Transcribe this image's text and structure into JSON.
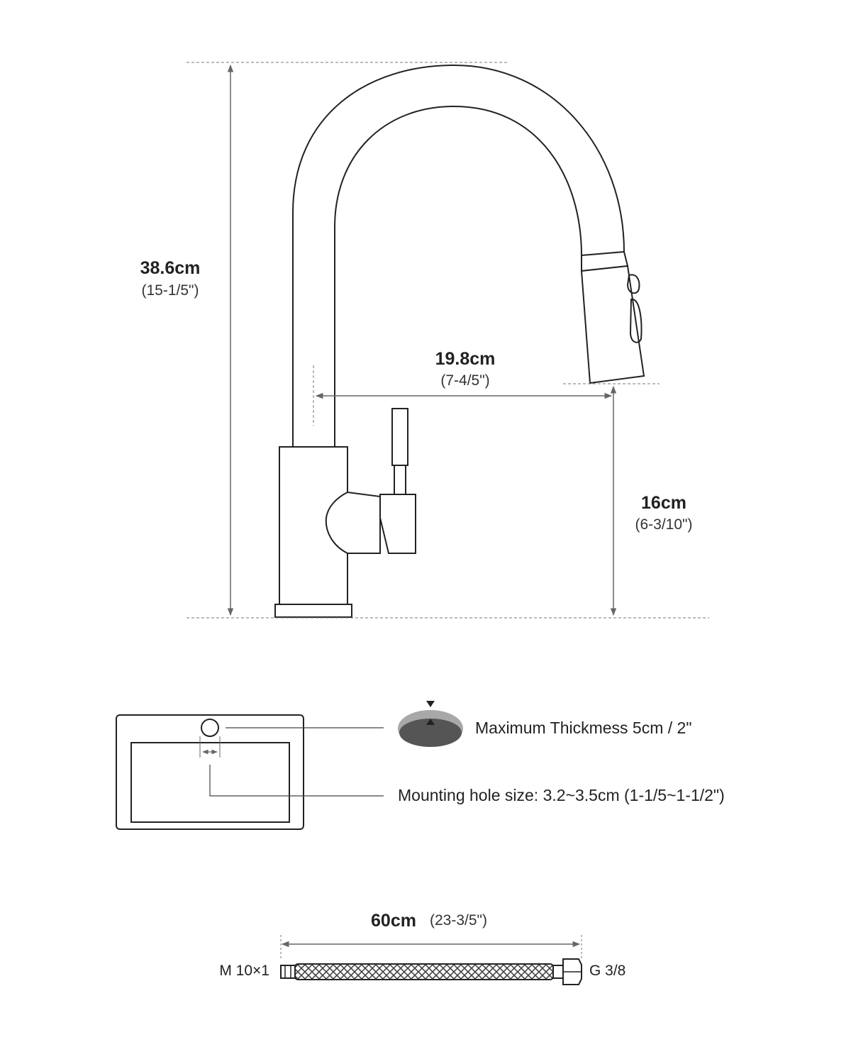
{
  "faucet": {
    "total_height": {
      "metric": "38.6cm",
      "imperial": "(15-1/5\")"
    },
    "reach": {
      "metric": "19.8cm",
      "imperial": "(7-4/5\")"
    },
    "spout_height": {
      "metric": "16cm",
      "imperial": "(6-3/10\")"
    }
  },
  "sink": {
    "max_thickness_label": "Maximum Thickmess 5cm / 2\"",
    "mounting_hole_label": "Mounting hole size: 3.2~3.5cm (1-1/5~1-1/2\")"
  },
  "hose": {
    "length_metric": "60cm",
    "length_imperial": "(23-3/5\")",
    "left_thread": "M 10×1",
    "right_thread": "G 3/8"
  },
  "colors": {
    "line": "#222222",
    "dim_line": "#777777",
    "shade_dark": "#555555",
    "shade_light": "#a8a8a8"
  }
}
